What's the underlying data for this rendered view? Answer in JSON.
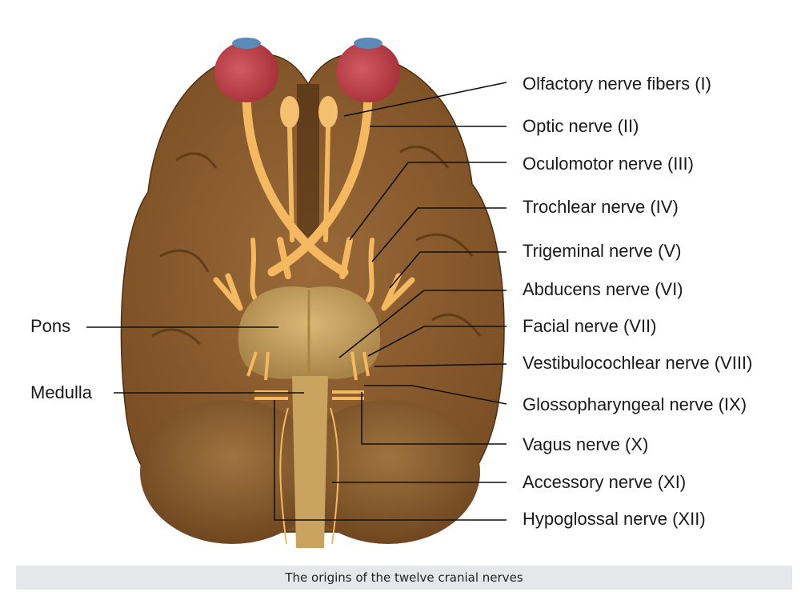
{
  "diagram": {
    "right_labels": [
      "Olfactory nerve fibers (I)",
      "Optic nerve (II)",
      "Oculomotor nerve (III)",
      "Trochlear nerve (IV)",
      "Trigeminal nerve (V)",
      "Abducens nerve (VI)",
      "Facial nerve (VII)",
      "Vestibulocochlear nerve (VIII)",
      "Glossopharyngeal nerve (IX)",
      "Vagus nerve (X)",
      "Accessory nerve (XI)",
      "Hypoglossal nerve (XII)"
    ],
    "left_labels": [
      "Pons",
      "Medulla"
    ],
    "colors": {
      "brain": "#8a5a2b",
      "nerve": "#f4b860",
      "eye": "#c0424a",
      "pons": "#c9a35f"
    }
  },
  "caption": "The origins of the twelve cranial nerves"
}
